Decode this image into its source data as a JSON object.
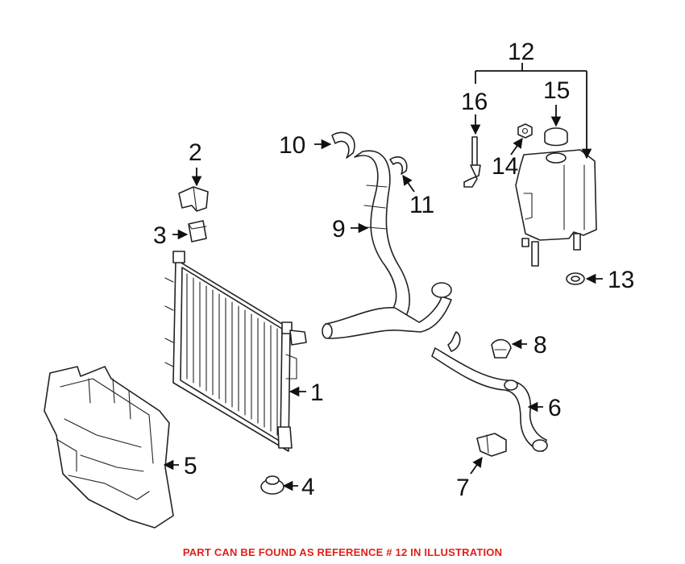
{
  "callouts": {
    "c1": "1",
    "c2": "2",
    "c3": "3",
    "c4": "4",
    "c5": "5",
    "c6": "6",
    "c7": "7",
    "c8": "8",
    "c9": "9",
    "c10": "10",
    "c11": "11",
    "c12": "12",
    "c13": "13",
    "c14": "14",
    "c15": "15",
    "c16": "16"
  },
  "footer": {
    "note": "PART CAN BE FOUND AS REFERENCE # 12 IN ILLUSTRATION",
    "color": "#e0201b"
  }
}
